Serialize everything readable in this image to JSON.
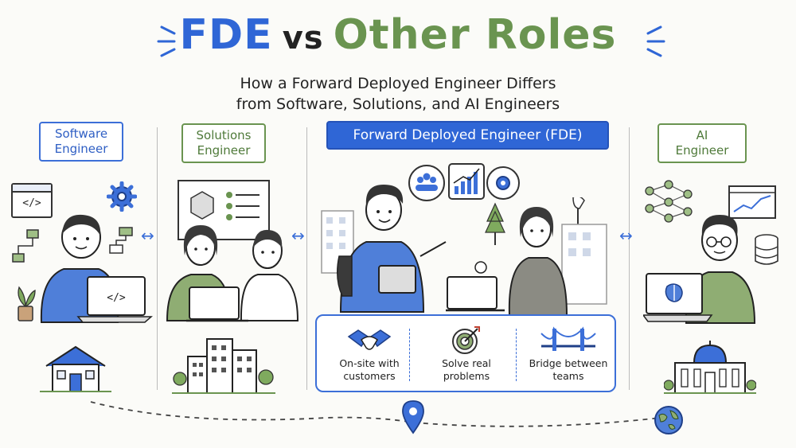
{
  "title": {
    "part1": "FDE",
    "part2": "vs",
    "part3": "Other Roles"
  },
  "subtitle": {
    "line1": "How a Forward Deployed Engineer Differs",
    "line2": "from Software, Solutions, and AI Engineers"
  },
  "roles": {
    "software": {
      "line1": "Software",
      "line2": "Engineer"
    },
    "solutions": {
      "line1": "Solutions",
      "line2": "Engineer"
    },
    "fde": "Forward Deployed Engineer (FDE)",
    "ai": {
      "line1": "AI",
      "line2": "Engineer"
    }
  },
  "features": [
    {
      "line1": "On-site with",
      "line2": "customers",
      "icon": "handshake-icon"
    },
    {
      "line1": "Solve real",
      "line2": "problems",
      "icon": "target-icon"
    },
    {
      "line1": "Bridge between",
      "line2": "teams",
      "icon": "bridge-icon"
    }
  ],
  "code_glyph": "</>",
  "arrow_glyph": "↔",
  "colors": {
    "blue": "#2f66d6",
    "green": "#6a9450",
    "ink": "#2a2a2a"
  }
}
